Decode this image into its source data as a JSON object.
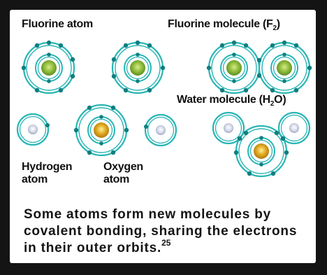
{
  "labels": {
    "fluorine_atom": "Fluorine atom",
    "fluorine_molecule": "Fluorine molecule (F",
    "fluorine_molecule_sub": "2",
    "fluorine_molecule_close": ")",
    "water_molecule": "Water molecule (H",
    "water_molecule_sub": "2",
    "water_molecule_close": "O)",
    "hydrogen_atom_line1": "Hydrogen",
    "hydrogen_atom_line2": "atom",
    "oxygen_atom_line1": "Oxygen",
    "oxygen_atom_line2": "atom"
  },
  "caption": {
    "text": "Some atoms form new molecules by covalent bonding, sharing the electrons in their outer orbits.",
    "footnote": "25"
  },
  "colors": {
    "frame": "#141414",
    "orbit_ring": "#2ab5b5",
    "electron": "#0f7f80",
    "fluorine_nucleus": "#8fbd3a",
    "oxygen_nucleus": "#e0a81e",
    "hydrogen_nucleus": "#b9bfd6"
  }
}
